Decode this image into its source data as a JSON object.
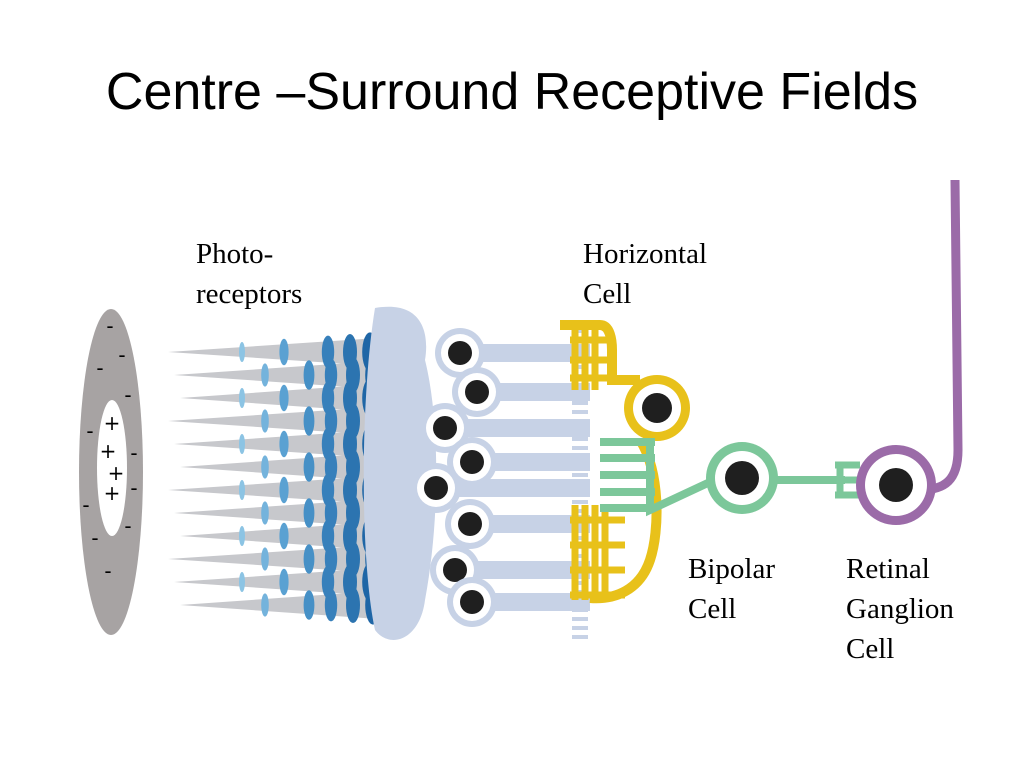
{
  "title": "Centre –Surround Receptive Fields",
  "labels": {
    "photoreceptors": [
      "Photo-",
      "receptors"
    ],
    "horizontal_cell": [
      "Horizontal",
      "Cell"
    ],
    "bipolar_cell": [
      "Bipolar",
      "Cell"
    ],
    "retinal_ganglion_cell": [
      "Retinal",
      "Ganglion",
      "Cell"
    ]
  },
  "receptive_field": {
    "centre_sign": "+",
    "surround_sign": "-"
  },
  "colors": {
    "surround": "#a7a3a3",
    "photoreceptor_cones": "#c7c8cc",
    "photoreceptor_segments": "#2f7fb8",
    "outer_layer": "#c7d2e6",
    "horizontal_cell": "#e8c11a",
    "bipolar_cell": "#7cc79a",
    "ganglion_cell": "#9b6ba8",
    "nucleus": "#1f1f1f"
  }
}
